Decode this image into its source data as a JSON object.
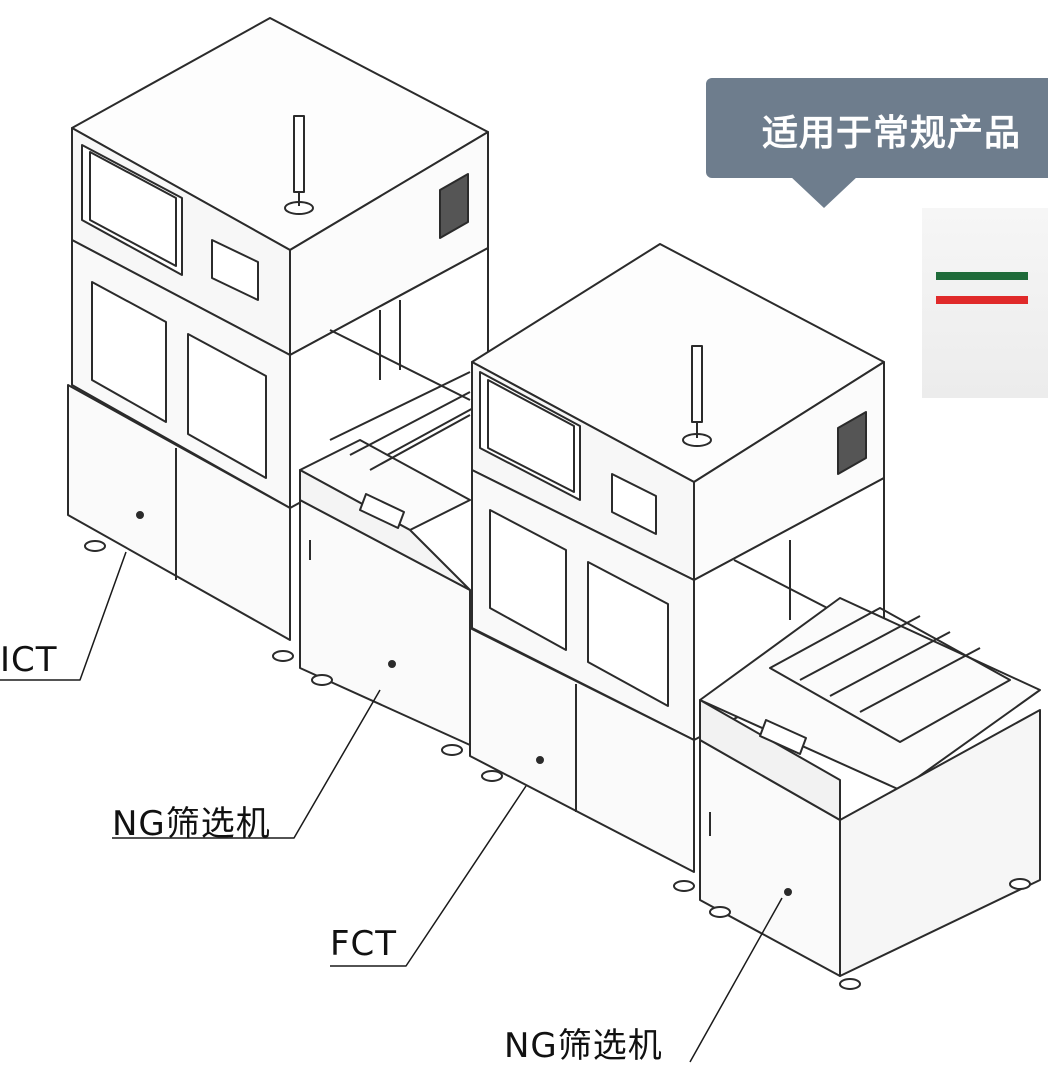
{
  "callout": {
    "text": "适用于常规产品"
  },
  "labels": {
    "ict": "ICT",
    "ng1": "NG筛选机",
    "fct": "FCT",
    "ng2": "NG筛选机"
  },
  "colors": {
    "callout_bg": "#6e7d8d",
    "line": "#2b2b2b",
    "stripe_green": "#1f6b3a",
    "stripe_red": "#e02a2a"
  },
  "icons": {
    "signal_tower": "signal-tower-icon"
  }
}
